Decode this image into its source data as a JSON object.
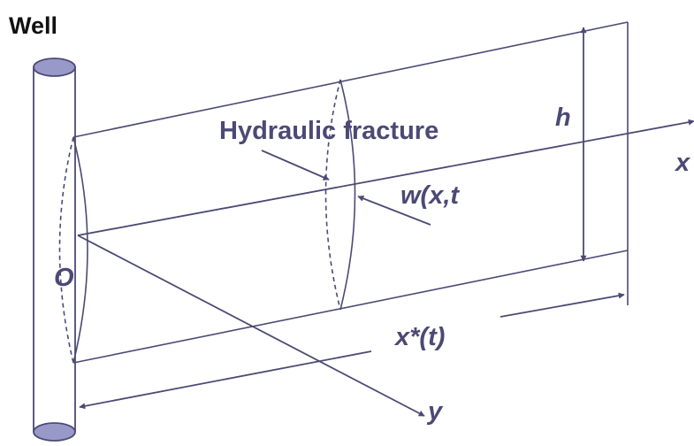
{
  "diagram": {
    "title": "Well",
    "labels": {
      "fracture": "Hydraulic fracture",
      "height": "h",
      "x_axis": "x",
      "width": "w(x,t",
      "origin": "O",
      "length": "x*(t)",
      "y_axis": "y"
    },
    "colors": {
      "line": "#4b4a74",
      "well_fill": "#9899c9",
      "text": "#4b4a74",
      "title": "#111111"
    }
  }
}
